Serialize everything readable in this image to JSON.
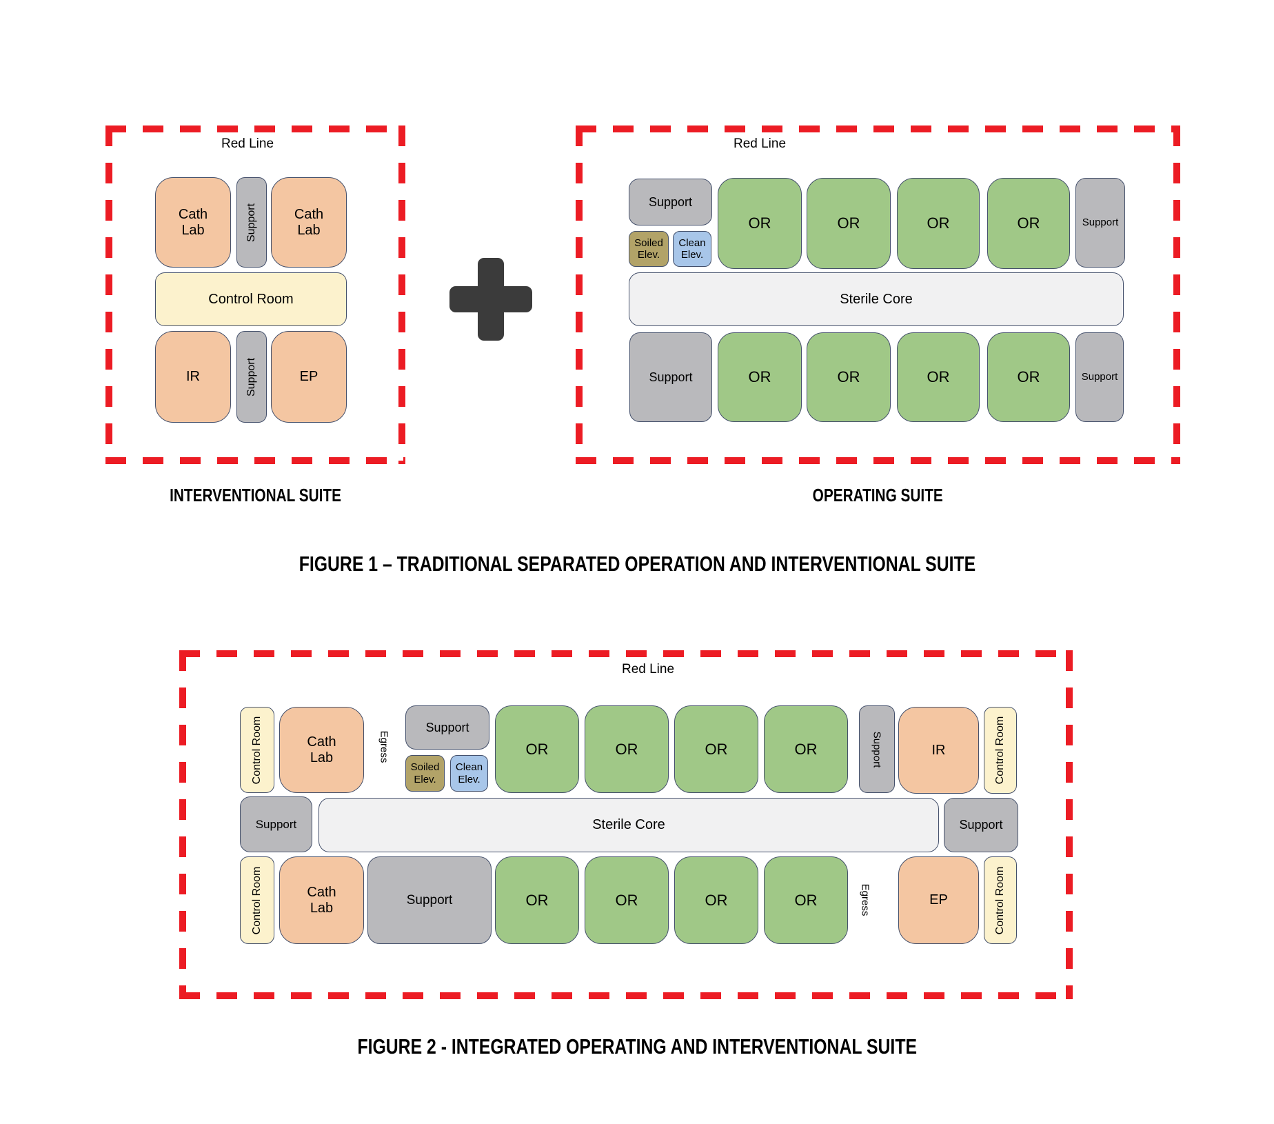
{
  "labels": {
    "red_line": "Red Line",
    "cath_lab": "Cath\nLab",
    "support": "Support",
    "control_room": "Control Room",
    "ir": "IR",
    "ep": "EP",
    "or": "OR",
    "soiled_elev": "Soiled\nElev.",
    "clean_elev": "Clean\nElev.",
    "sterile_core": "Sterile Core",
    "egress": "Egress"
  },
  "figure1": {
    "caption": "FIGURE 1 – TRADITIONAL SEPARATED OPERATION AND INTERVENTIONAL SUITE",
    "interventional_suite_title": "INTERVENTIONAL SUITE",
    "operating_suite_title": "OPERATING SUITE",
    "separator_icon": "plus-icon"
  },
  "figure2": {
    "caption": "FIGURE 2 - INTEGRATED OPERATING AND INTERVENTIONAL SUITE"
  },
  "colors": {
    "red_line": "#EC1C24",
    "or_green": "#A0C887",
    "interventional_peach": "#F4C6A2",
    "support_gray": "#B9B9BC",
    "control_room_cream": "#FCF2CD",
    "sterile_core_gray": "#F1F1F2",
    "soiled_elev_olive": "#B2A368",
    "clean_elev_blue": "#A8C6E9",
    "room_outline": "#44506B",
    "plus_dark": "#3B3B3B"
  }
}
